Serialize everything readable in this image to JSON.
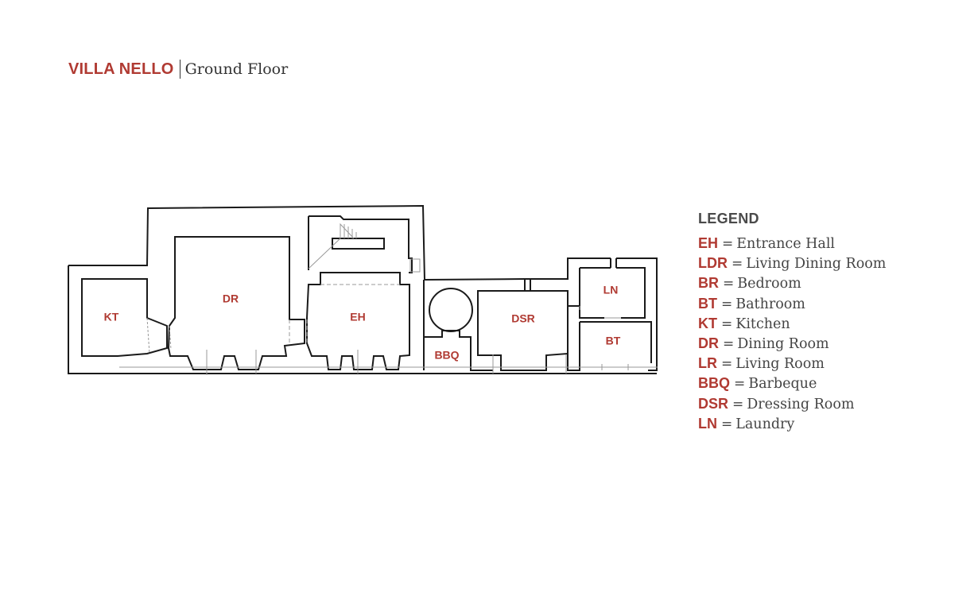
{
  "header": {
    "brand": "VILLA NELLO",
    "floor": "Ground Floor"
  },
  "rooms": {
    "kt": "KT",
    "dr": "DR",
    "eh": "EH",
    "bbq": "BBQ",
    "dsr": "DSR",
    "ln": "LN",
    "bt": "BT"
  },
  "legend": {
    "title": "LEGEND",
    "items": [
      {
        "code": "EH",
        "eq": "=",
        "name": "Entrance Hall"
      },
      {
        "code": "LDR",
        "eq": "=",
        "name": "Living Dining Room"
      },
      {
        "code": "BR",
        "eq": "=",
        "name": "Bedroom"
      },
      {
        "code": "BT",
        "eq": "=",
        "name": "Bathroom"
      },
      {
        "code": "KT",
        "eq": "=",
        "name": "Kitchen"
      },
      {
        "code": "DR",
        "eq": "=",
        "name": "Dining Room"
      },
      {
        "code": "LR",
        "eq": "=",
        "name": "Living Room"
      },
      {
        "code": "BBQ",
        "eq": "=",
        "name": "Barbeque"
      },
      {
        "code": "DSR",
        "eq": "=",
        "name": "Dressing Room"
      },
      {
        "code": "LN",
        "eq": "=",
        "name": "Laundry"
      }
    ]
  },
  "colors": {
    "accent": "#b03a32",
    "wall": "#1a1a1a",
    "text": "#444444"
  }
}
